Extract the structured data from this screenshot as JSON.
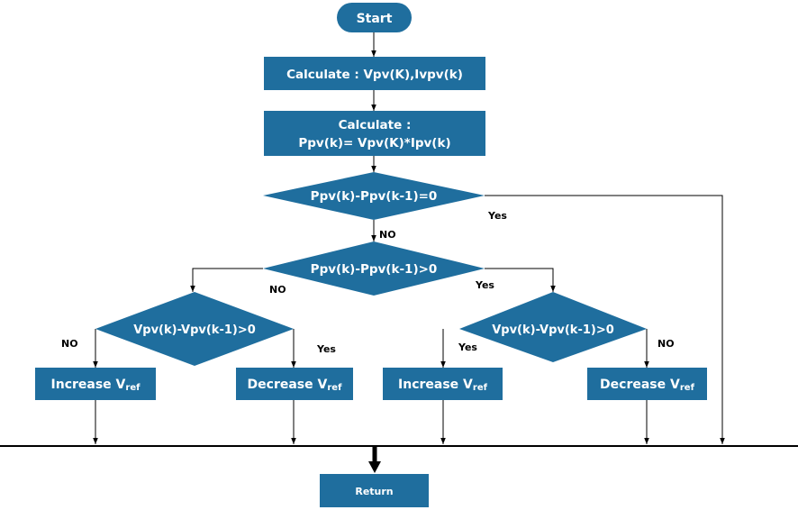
{
  "nodes": {
    "start": "Start",
    "calc1": "Calculate : Vpv(K),Ivpv(k)",
    "calc2_line1": "Calculate :",
    "calc2_line2": "Ppv(k)= Vpv(K)*Ipv(k)",
    "dec1": "Ppv(k)-Ppv(k-1)=0",
    "dec2": "Ppv(k)-Ppv(k-1)>0",
    "dec3_left": "Vpv(k)-Vpv(k-1)>0",
    "dec3_right": "Vpv(k)-Vpv(k-1)>0",
    "inc_left": {
      "main": "Increase V",
      "sub": "ref"
    },
    "dec_left": {
      "main": "Decrease V",
      "sub": "ref"
    },
    "inc_right": {
      "main": "Increase V",
      "sub": "ref"
    },
    "dec_right": {
      "main": "Decrease V",
      "sub": "ref"
    },
    "return": "Return"
  },
  "edges": {
    "dec1_yes": "Yes",
    "dec1_no": "NO",
    "dec2_no": "NO",
    "dec2_yes": "Yes",
    "left_no": "NO",
    "left_yes": "Yes",
    "right_yes": "Yes",
    "right_no": "NO"
  },
  "colors": {
    "node_fill": "#1f6e9e",
    "line": "#000000"
  }
}
